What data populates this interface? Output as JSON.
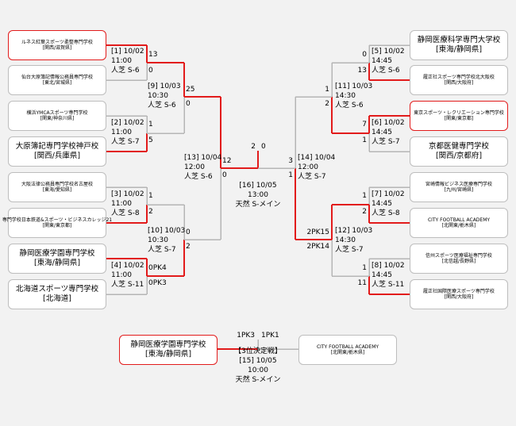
{
  "teams": {
    "L1": {
      "name": "ルネス紅葉スポーツ柔整専門学校",
      "region": "[関西/滋賀県]",
      "big": false,
      "winner": true
    },
    "L2": {
      "name": "仙台大原簿記情報公務員専門学校",
      "region": "[東北/宮城県]",
      "big": false,
      "winner": false
    },
    "L3": {
      "name": "横浜YMCAスポーツ専門学校",
      "region": "[関東/神奈川県]",
      "big": false,
      "winner": false
    },
    "L4": {
      "name": "大原簿記専門学校神戸校",
      "region": "[関西/兵庫県]",
      "big": true,
      "winner": false
    },
    "L5": {
      "name": "大阪法律公務員専門学校名古屋校",
      "region": "[東海/愛知県]",
      "big": false,
      "winner": false
    },
    "L6": {
      "name": "専門学校日本鉄道&スポーツ・ビジネスカレッジ21",
      "region": "[関東/東京都]",
      "big": false,
      "winner": false
    },
    "L7": {
      "name": "静岡医療学園専門学校",
      "region": "[東海/静岡県]",
      "big": true,
      "winner": false
    },
    "L8": {
      "name": "北海道スポーツ専門学校",
      "region": "[北海道]",
      "big": true,
      "winner": false
    },
    "R1": {
      "name": "静岡医療科学専門大学校",
      "region": "[東海/静岡県]",
      "big": true,
      "winner": false
    },
    "R2": {
      "name": "履正社スポーツ専門学校北大阪校",
      "region": "[関西/大阪府]",
      "big": false,
      "winner": false
    },
    "R3": {
      "name": "東京スポーツ・レクリエーション専門学校",
      "region": "[関東/東京都]",
      "big": false,
      "winner": true
    },
    "R4": {
      "name": "京都医健専門学校",
      "region": "[関西/京都府]",
      "big": true,
      "winner": false
    },
    "R5": {
      "name": "宮崎情報ビジネス医療専門学校",
      "region": "[九州/宮崎県]",
      "big": false,
      "winner": false
    },
    "R6": {
      "name": "CITY FOOTBALL ACADEMY",
      "region": "[北関東/栃木県]",
      "big": false,
      "winner": false
    },
    "R7": {
      "name": "信州スポーツ医療福祉専門学校",
      "region": "[北信越/長野県]",
      "big": false,
      "winner": false
    },
    "R8": {
      "name": "履正社国際医療スポーツ専門学校",
      "region": "[関西/大阪府]",
      "big": false,
      "winner": false
    },
    "T1": {
      "name": "静岡医療学園専門学校",
      "region": "[東海/静岡県]",
      "big": true,
      "winner": true
    },
    "T2": {
      "name": "CITY FOOTBALL ACADEMY",
      "region": "[北関東/栃木県]",
      "big": false,
      "winner": false
    }
  },
  "matches": {
    "m1": {
      "no": "[1] 10/02",
      "time": "11:00",
      "venue": "人芝 S-6"
    },
    "m2": {
      "no": "[2] 10/02",
      "time": "11:00",
      "venue": "人芝 S-7"
    },
    "m3": {
      "no": "[3] 10/02",
      "time": "11:00",
      "venue": "人芝 S-8"
    },
    "m4": {
      "no": "[4] 10/02",
      "time": "11:00",
      "venue": "人芝 S-11"
    },
    "m5": {
      "no": "[5] 10/02",
      "time": "14:45",
      "venue": "人芝 S-6"
    },
    "m6": {
      "no": "[6] 10/02",
      "time": "14:45",
      "venue": "人芝 S-7"
    },
    "m7": {
      "no": "[7] 10/02",
      "time": "14:45",
      "venue": "人芝 S-8"
    },
    "m8": {
      "no": "[8] 10/02",
      "time": "14:45",
      "venue": "人芝 S-11"
    },
    "m9": {
      "no": "[9] 10/03",
      "time": "10:30",
      "venue": "人芝 S-6"
    },
    "m10": {
      "no": "[10] 10/03",
      "time": "10:30",
      "venue": "人芝 S-7"
    },
    "m11": {
      "no": "[11] 10/03",
      "time": "14:30",
      "venue": "人芝 S-6"
    },
    "m12": {
      "no": "[12] 10/03",
      "time": "14:30",
      "venue": "人芝 S-7"
    },
    "m13": {
      "no": "[13] 10/04",
      "time": "12:00",
      "venue": "人芝 S-6"
    },
    "m14": {
      "no": "[14] 10/04",
      "time": "12:00",
      "venue": "人芝 S-7"
    },
    "m16": {
      "no": "[16] 10/05",
      "time": "13:00",
      "venue": "天然 S-メイン"
    },
    "m15": {
      "label": "【3位決定戦】",
      "no": "[15] 10/05",
      "time": "10:00",
      "venue": "天然 S-メイン"
    }
  },
  "scores": {
    "s1a": "13",
    "s1b": "0",
    "s2a": "1",
    "s2b": "5",
    "s3a": "1",
    "s3b": "2",
    "s4a": "0PK4",
    "s4b": "0PK3",
    "s9a": "25",
    "s9b": "0",
    "s10a": "0",
    "s10b": "2",
    "s13a": "12",
    "s13b": "0",
    "s16a": "2",
    "s16b": "0",
    "s5a": "0",
    "s5b": "13",
    "s6a": "7",
    "s6b": "1",
    "s7a": "1",
    "s7b": "2",
    "s8a": "1",
    "s8b": "11",
    "s11a": "1",
    "s11b": "2",
    "s12a": "2PK15",
    "s12b": "2PK14",
    "s14a": "3",
    "s14b": "1",
    "s15a": "1PK3",
    "s15b": "1PK1"
  },
  "colors": {
    "win_line": "#e21b1b",
    "lose_line": "#b5b5b5",
    "background": "#f2f2f2"
  }
}
